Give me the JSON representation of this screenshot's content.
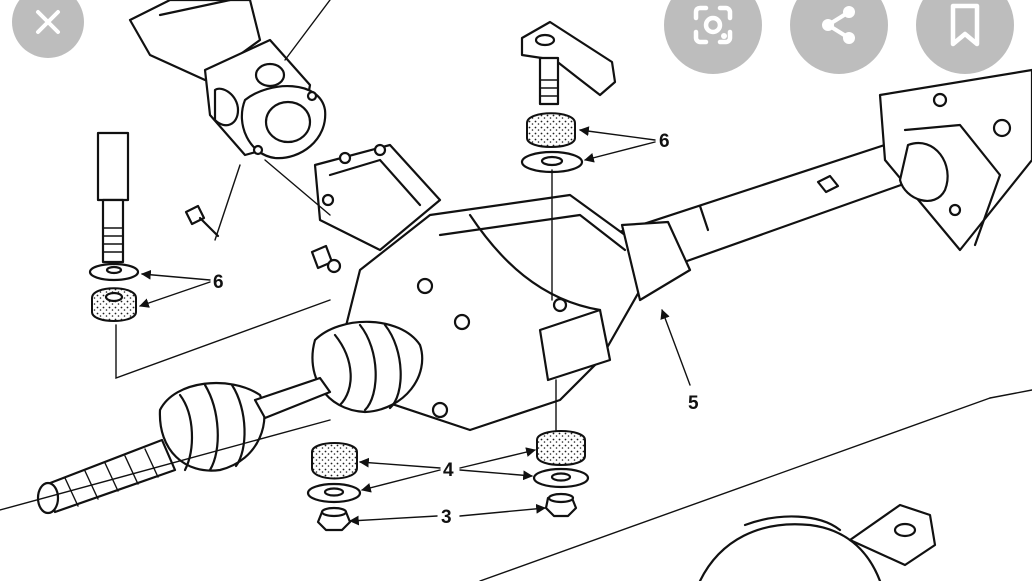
{
  "callouts": {
    "c6_right": "6",
    "c6_left": "6",
    "c5": "5",
    "c4": "4",
    "c3": "3"
  },
  "overlay": {
    "close_icon": "close-icon",
    "lens_icon": "google-lens-icon",
    "share_icon": "share-icon",
    "bookmark_icon": "bookmark-icon",
    "button_color": "#bdbdbd"
  }
}
